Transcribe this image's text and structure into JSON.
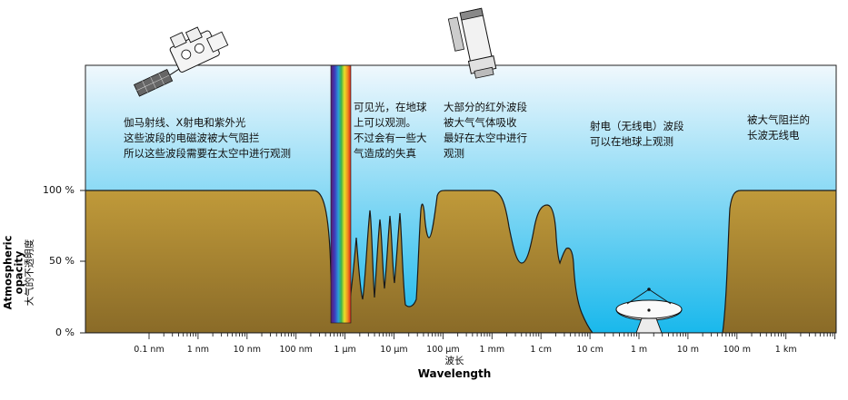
{
  "annotations": {
    "gamma_xray_uv": "伽马射线、X射电和紫外光\n这些波段的电磁波被大气阻拦\n所以这些波段需要在太空中进行观测",
    "visible": "可见光，在地球\n上可以观测。\n不过会有一些大\n气造成的失真",
    "infrared": "大部分的红外波段\n被大气气体吸收\n最好在太空中进行\n观测",
    "radio": "射电（无线电）波段\n可以在地球上观测",
    "long_radio": "被大气阻拦的\n长波无线电"
  },
  "axes": {
    "y_label_en": "Atmospheric opacity",
    "y_label_zh": "大气的不透明度",
    "x_label_zh": "波长",
    "x_label_en": "Wavelength",
    "y_ticks": [
      "100 %",
      "50 %",
      "0 %"
    ],
    "x_ticks": [
      "0.1 nm",
      "1 nm",
      "10 nm",
      "100 nm",
      "1 μm",
      "10 μm",
      "100 μm",
      "1 mm",
      "1 cm",
      "10 cm",
      "1 m",
      "10 m",
      "100 m",
      "1 km"
    ]
  },
  "colors": {
    "sky_top": "#f0f8fd",
    "sky_bottom": "#19b8ec",
    "opacity_fill_top": "#c09a3a",
    "opacity_fill_bottom": "#8a6b28",
    "outline": "#1a1a1a"
  },
  "icons": [
    "satellite-icon",
    "space-telescope-icon",
    "radio-dish-icon",
    "visible-spectrum-band"
  ]
}
